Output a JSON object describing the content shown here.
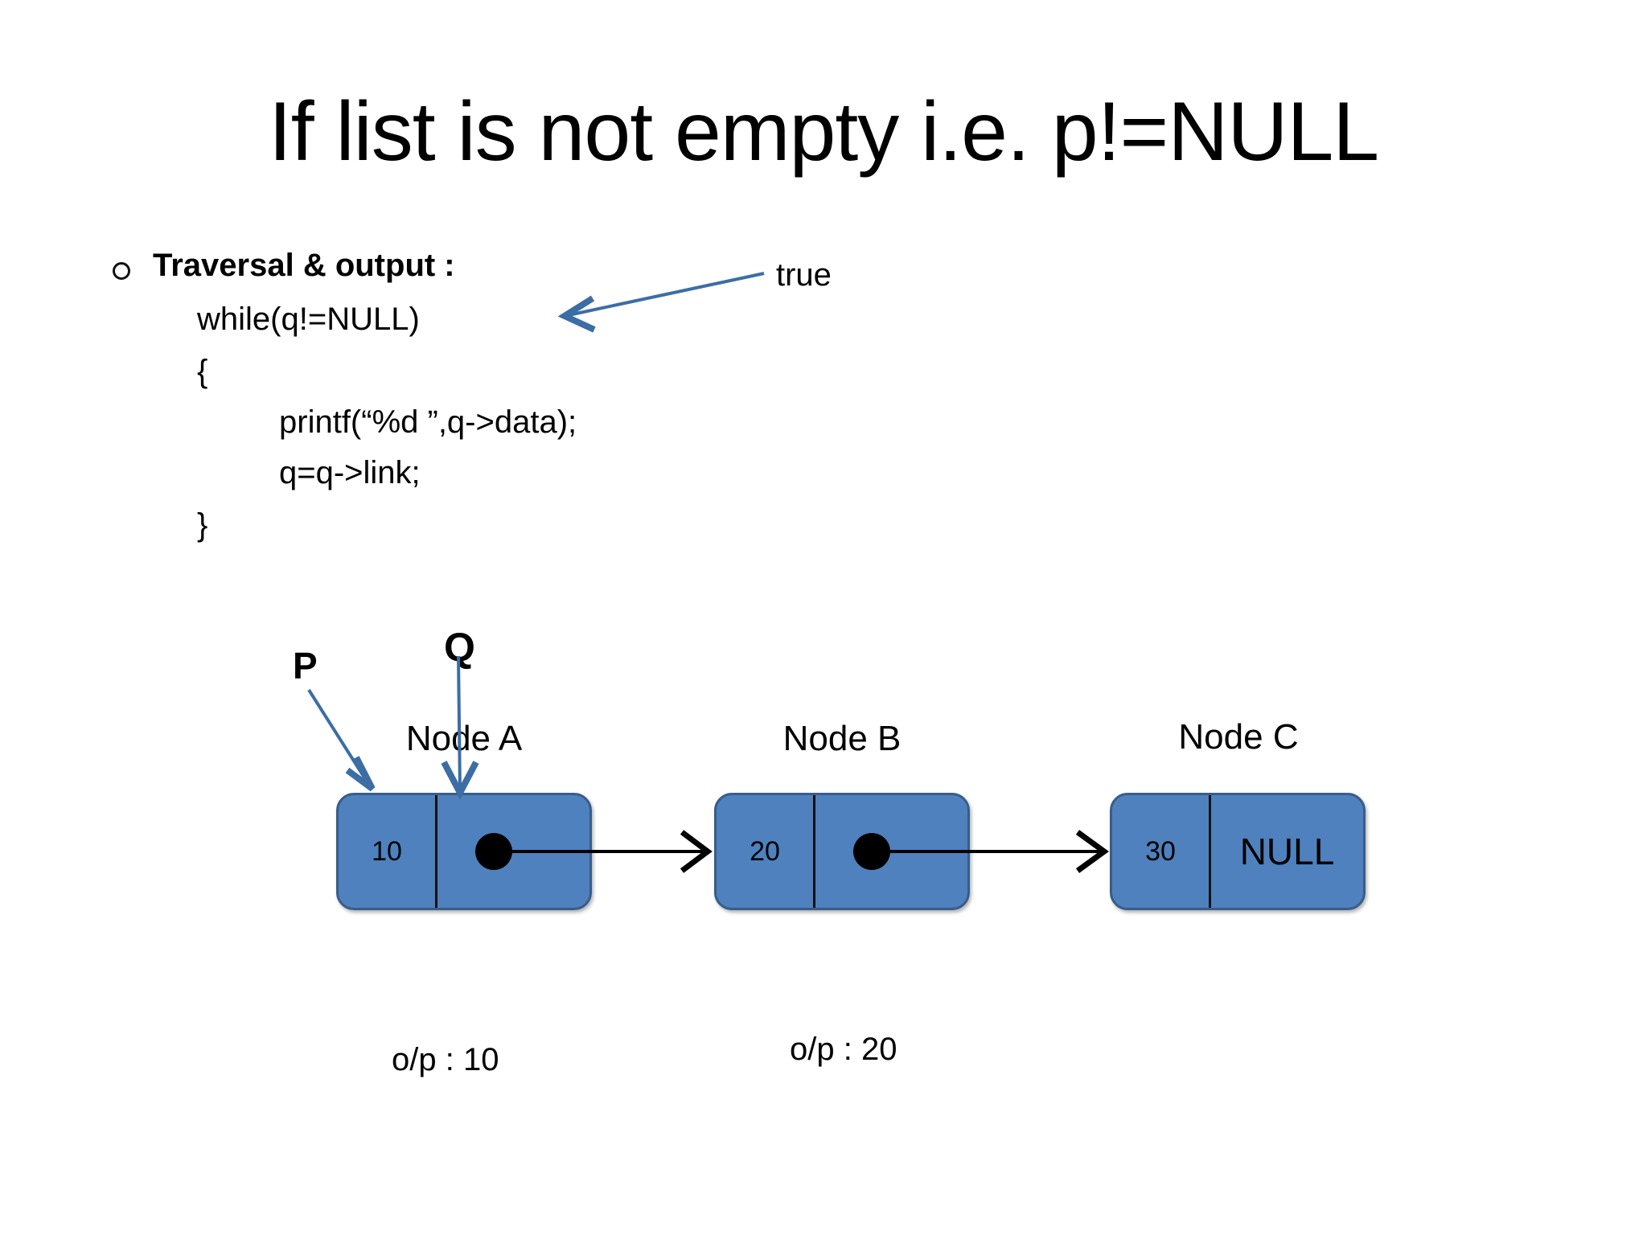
{
  "slide": {
    "title": "If list is not empty i.e. p!=NULL",
    "bullet": {
      "marker": "hollow-circle-bullet",
      "heading": "Traversal & output :"
    },
    "code": [
      "while(q!=NULL)",
      "{",
      "printf(“%d ”,q->data);",
      "q=q->link;",
      "}"
    ],
    "annotations": {
      "condition_result": "true",
      "pointer_p": "P",
      "pointer_q": "Q"
    },
    "linked_list": {
      "nodes": [
        {
          "caption": "Node A",
          "data": "10",
          "link": "pointer-dot",
          "null_text": ""
        },
        {
          "caption": "Node B",
          "data": "20",
          "link": "pointer-dot",
          "null_text": ""
        },
        {
          "caption": "Node C",
          "data": "30",
          "link": "null",
          "null_text": "NULL"
        }
      ],
      "node_fill": "#4E81BD",
      "node_border": "#385D8A"
    },
    "outputs": [
      "o/p : 10",
      "o/p : 20"
    ],
    "arrow_color": "#3C6EA5",
    "link_arrow_color": "#000000"
  }
}
